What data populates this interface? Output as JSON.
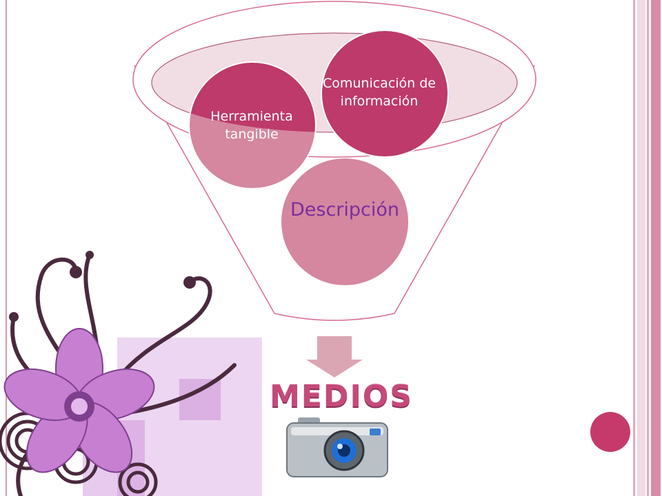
{
  "diagram": {
    "nodes": [
      {
        "id": "herramienta",
        "label": "Herramienta tangible"
      },
      {
        "id": "comunicacion",
        "label": "Comunicación de información"
      },
      {
        "id": "descripcion",
        "label": "Descripción"
      }
    ],
    "arrow": "down-arrow-icon"
  },
  "title": "MEDIOS",
  "icons": {
    "camera": "camera-icon",
    "decoration": "floral-decoration",
    "corner": "decorative-dot"
  },
  "colors": {
    "dark_pink": "#bd3a6a",
    "medium_pink": "#d4879f",
    "light_pink": "#f1dde4",
    "purple_text": "#7a2e9c",
    "arrow": "#dba6b4",
    "title": "#c44a7a"
  }
}
